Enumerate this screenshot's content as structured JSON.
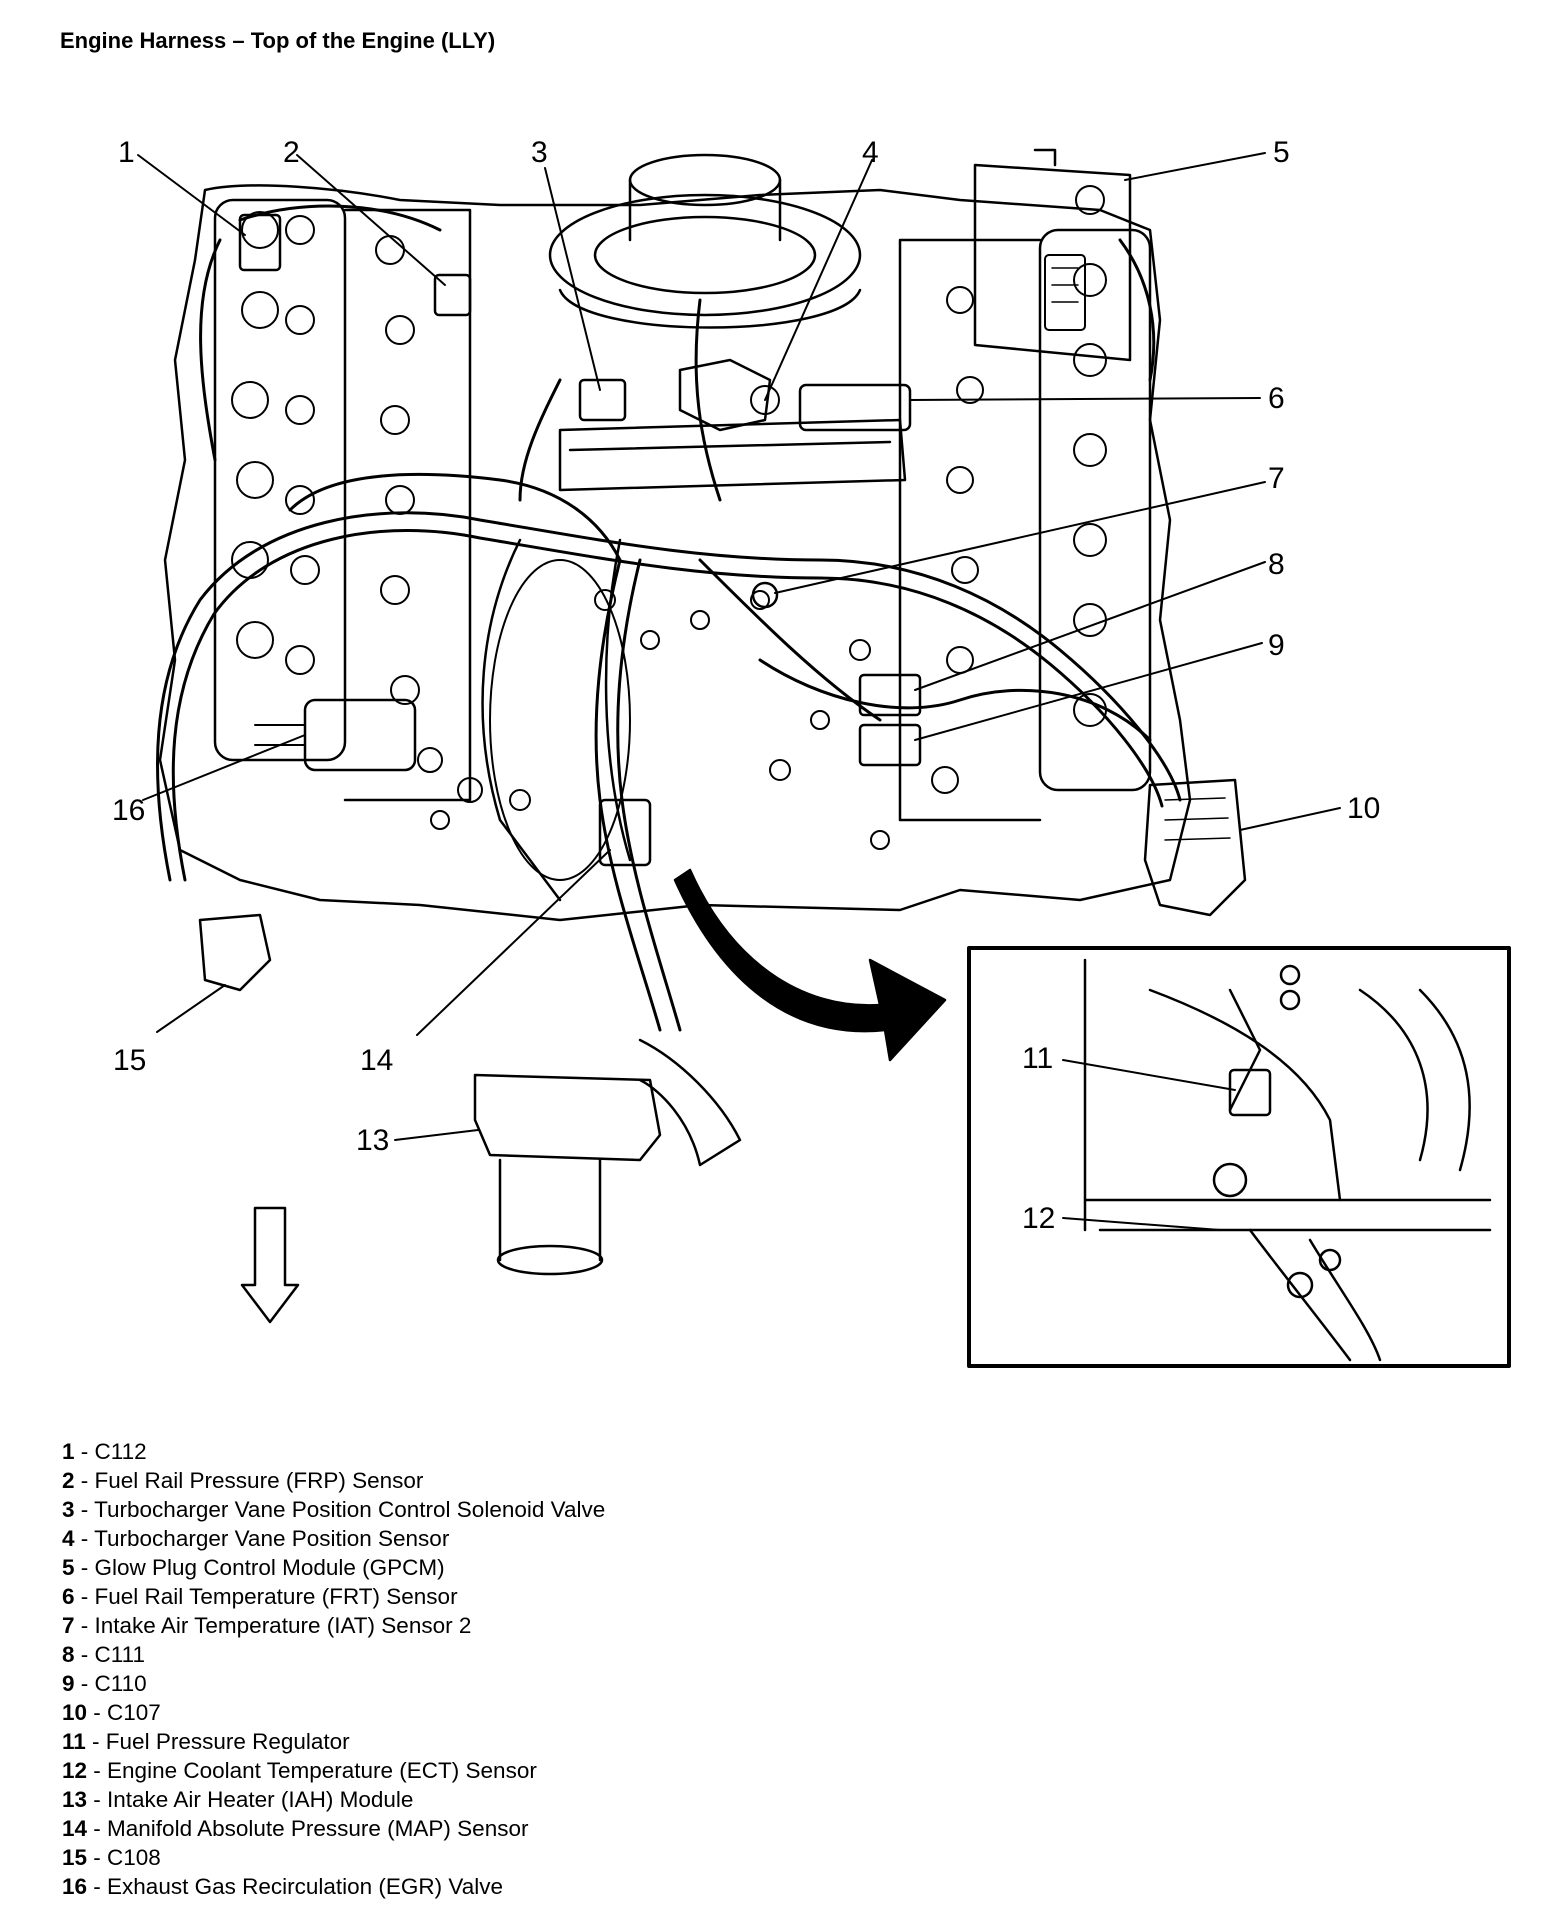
{
  "title": "Engine Harness – Top of the Engine (LLY)",
  "legend": [
    {
      "num": "1",
      "text": "C112"
    },
    {
      "num": "2",
      "text": "Fuel Rail Pressure (FRP) Sensor"
    },
    {
      "num": "3",
      "text": "Turbocharger Vane Position Control Solenoid Valve"
    },
    {
      "num": "4",
      "text": "Turbocharger Vane Position Sensor"
    },
    {
      "num": "5",
      "text": "Glow Plug Control Module (GPCM)"
    },
    {
      "num": "6",
      "text": "Fuel Rail Temperature (FRT) Sensor"
    },
    {
      "num": "7",
      "text": "Intake Air Temperature (IAT) Sensor 2"
    },
    {
      "num": "8",
      "text": "C111"
    },
    {
      "num": "9",
      "text": "C110"
    },
    {
      "num": "10",
      "text": "C107"
    },
    {
      "num": "11",
      "text": "Fuel Pressure Regulator"
    },
    {
      "num": "12",
      "text": "Engine Coolant Temperature (ECT) Sensor"
    },
    {
      "num": "13",
      "text": "Intake Air Heater (IAH) Module"
    },
    {
      "num": "14",
      "text": "Manifold Absolute Pressure (MAP) Sensor"
    },
    {
      "num": "15",
      "text": "C108"
    },
    {
      "num": "16",
      "text": "Exhaust Gas Recirculation (EGR) Valve"
    }
  ],
  "callouts": [
    "1",
    "2",
    "3",
    "4",
    "5",
    "6",
    "7",
    "8",
    "9",
    "10",
    "11",
    "12",
    "13",
    "14",
    "15",
    "16"
  ]
}
